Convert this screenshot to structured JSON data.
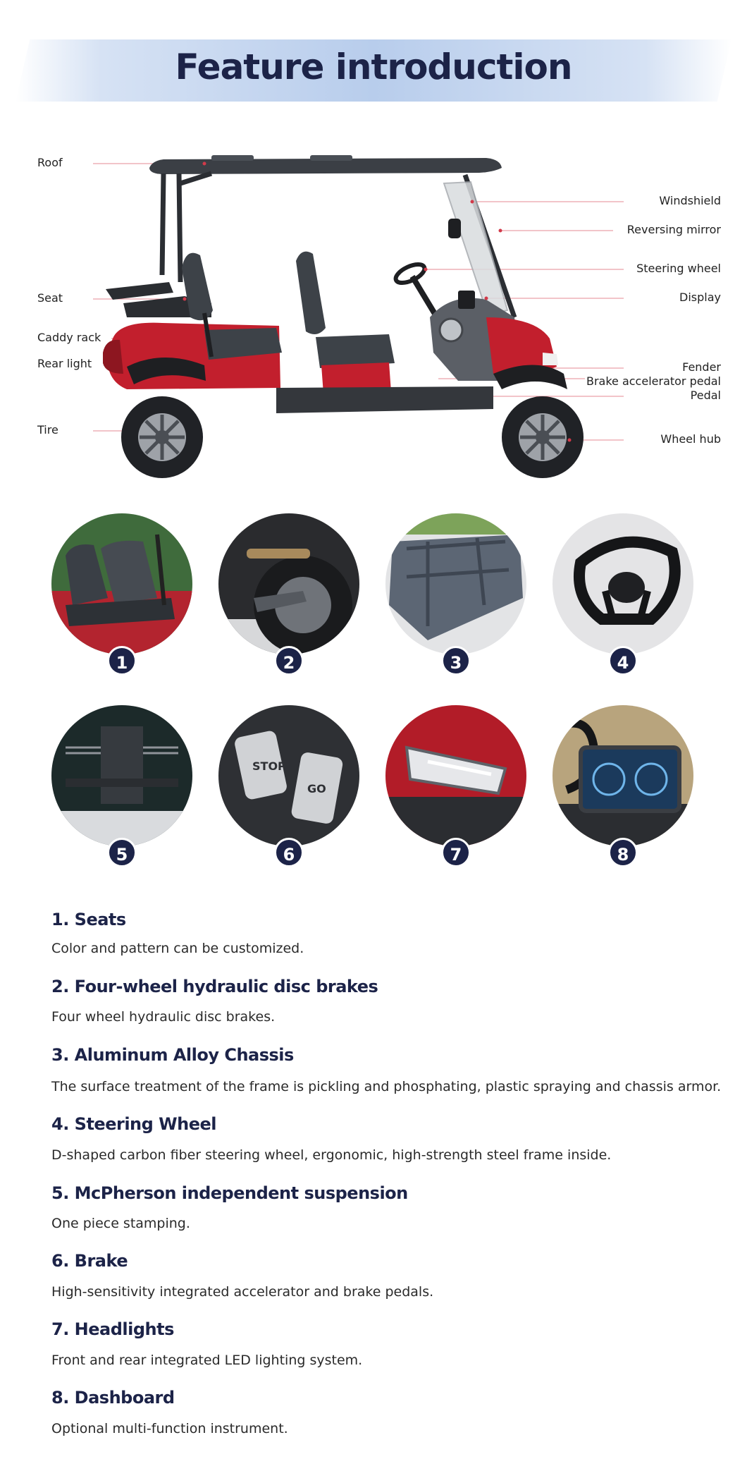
{
  "header": {
    "title": "Feature introduction"
  },
  "callouts": {
    "left": [
      "Roof",
      "Seat",
      "Caddy rack",
      "Rear light",
      "Tire"
    ],
    "right": [
      "Windshield",
      "Reversing mirror",
      "Steering wheel",
      "Display",
      "Fender",
      "Brake accelerator pedal",
      "Pedal",
      "Wheel hub"
    ]
  },
  "thumbnails": [
    {
      "number": "1",
      "subject": "seats"
    },
    {
      "number": "2",
      "subject": "disc-brakes"
    },
    {
      "number": "3",
      "subject": "chassis"
    },
    {
      "number": "4",
      "subject": "steering-wheel"
    },
    {
      "number": "5",
      "subject": "suspension"
    },
    {
      "number": "6",
      "subject": "pedals"
    },
    {
      "number": "7",
      "subject": "headlight"
    },
    {
      "number": "8",
      "subject": "dashboard"
    }
  ],
  "features": [
    {
      "title": "1. Seats",
      "desc": "Color and pattern can be customized."
    },
    {
      "title": "2. Four-wheel hydraulic disc brakes",
      "desc": "Four wheel hydraulic disc brakes."
    },
    {
      "title": "3. Aluminum Alloy Chassis",
      "desc": "The surface treatment of the frame is pickling and phosphating, plastic spraying and chassis armor."
    },
    {
      "title": "4. Steering Wheel",
      "desc": "D-shaped carbon fiber steering wheel, ergonomic, high-strength steel frame inside."
    },
    {
      "title": "5. McPherson independent suspension",
      "desc": "One piece stamping."
    },
    {
      "title": "6. Brake",
      "desc": "High-sensitivity integrated accelerator and brake pedals."
    },
    {
      "title": "7. Headlights",
      "desc": "Front and rear integrated LED lighting system."
    },
    {
      "title": "8. Dashboard",
      "desc": "Optional multi-function instrument."
    }
  ],
  "colors": {
    "navy": "#1c2348",
    "cart_red": "#c21f2d",
    "callout_line": "#e58a93"
  }
}
